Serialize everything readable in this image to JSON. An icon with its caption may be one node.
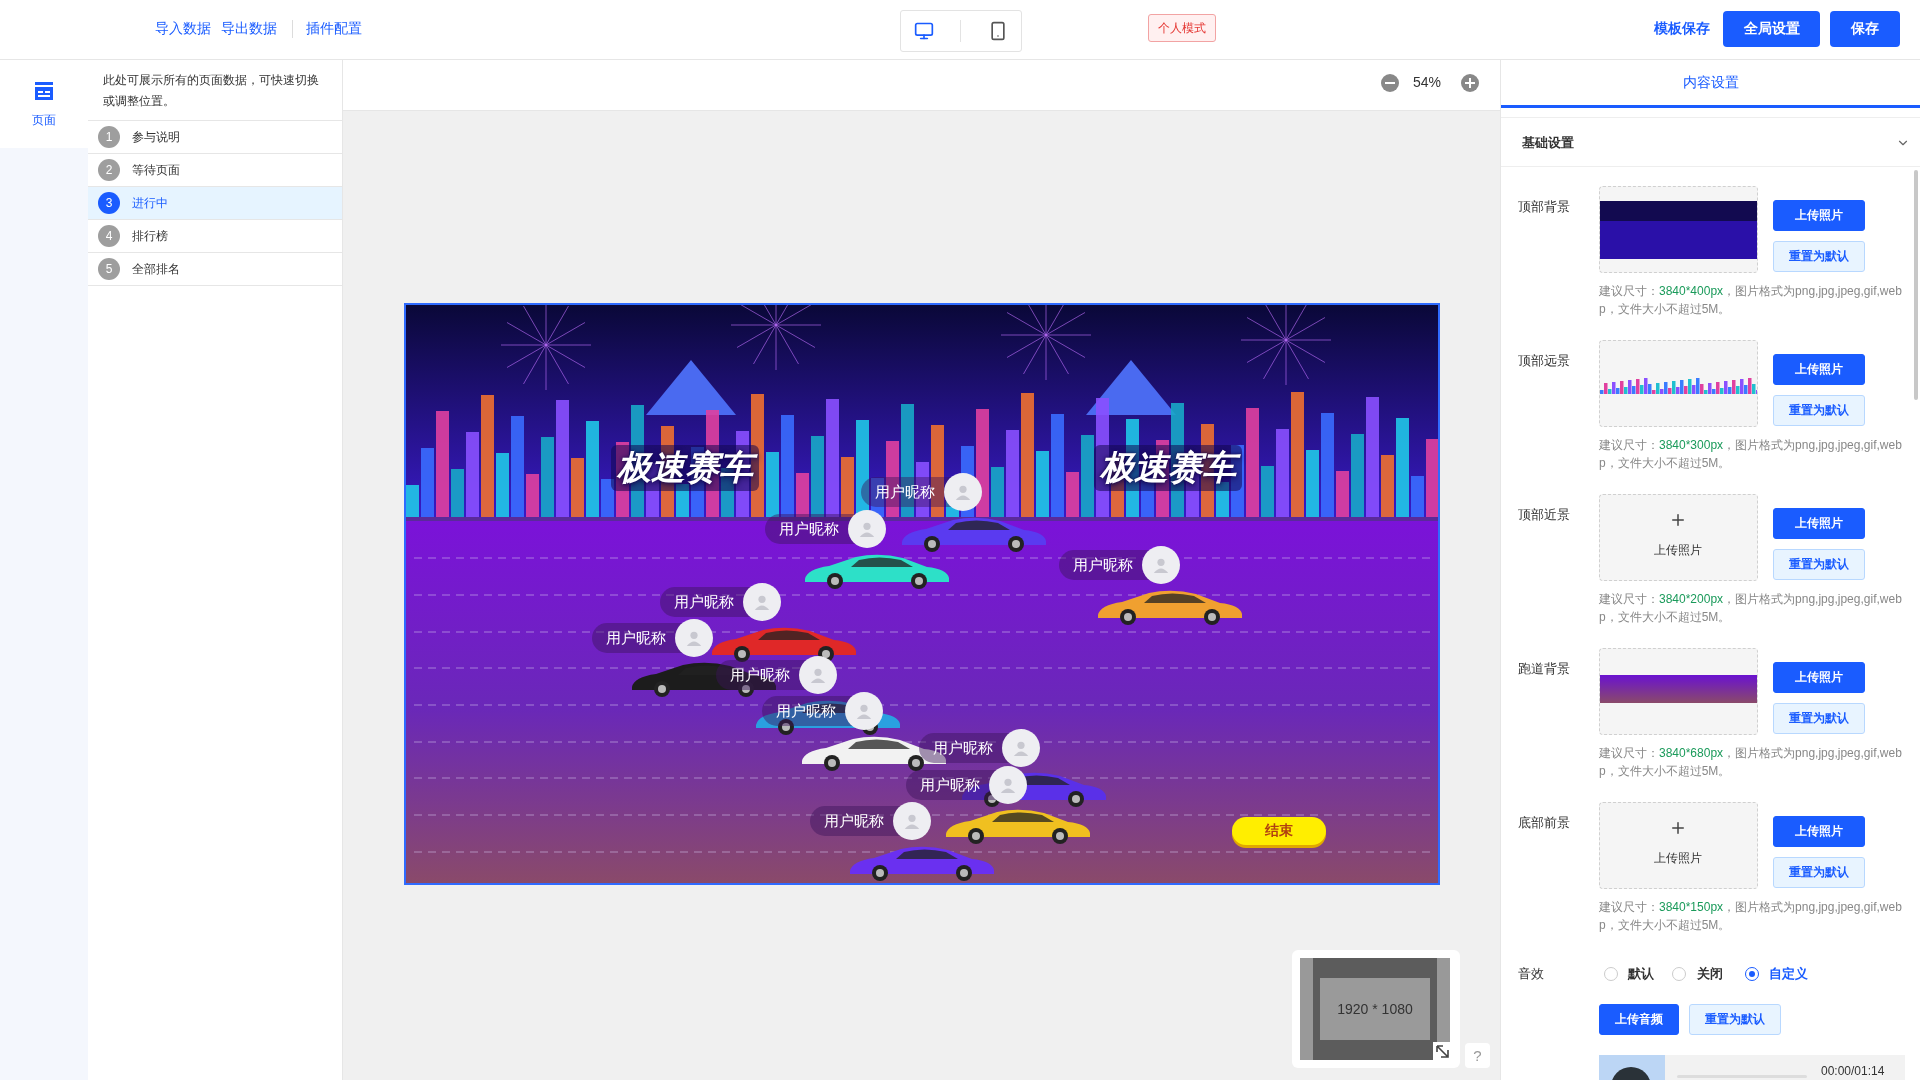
{
  "diagram": {
    "labels": [
      "导入数据",
      "导出数据",
      "插件配置",
      "个人模式",
      "模板保存",
      "全局设置",
      "保存",
      "页面",
      "此处可展示所有的页面数据，可快速切换或调整位置。",
      "1",
      "参与说明",
      "2",
      "等待页面",
      "3",
      "进行中",
      "4",
      "排行榜",
      "5",
      "全部排名",
      "54%",
      "极速赛车",
      "极速赛车",
      "用户昵称",
      "用户昵称",
      "用户昵称",
      "用户昵称",
      "用户昵称",
      "用户昵称",
      "用户昵称",
      "用户昵称",
      "用户昵称",
      "用户昵称",
      "结束",
      "1920 * 1080",
      "?",
      "内容设置",
      "基础设置",
      "顶部背景",
      "上传照片",
      "重置为默认",
      "建议尺寸：**3840*400px**，图片格式为png,jpg,jpeg,gif,webp，文件大小不超过5M。",
      "顶部远景",
      "上传照片",
      "重置为默认",
      "建议尺寸：**3840*300px**，图片格式为png,jpg,jpeg,gif,webp，文件大小不超过5M。",
      "顶部近景",
      "上传照片",
      "上传照片",
      "重置为默认",
      "建议尺寸：**3840*200px**，图片格式为png,jpg,jpeg,gif,webp，文件大小不超过5M。",
      "跑道背景",
      "上传照片",
      "重置为默认",
      "建议尺寸：**3840*680px**，图片格式为png,jpg,jpeg,gif,webp，文件大小不超过5M。",
      "底部前景",
      "上传照片",
      "上传照片",
      "重置为默认",
      "建议尺寸：**3840*150px**，图片格式为png,jpg,jpeg,gif,webp，文件大小不超过5M。",
      "音效",
      "默认",
      "关闭",
      "自定义",
      "上传音频",
      "重置为默认",
      "00:00/01:14"
    ]
  }
}
